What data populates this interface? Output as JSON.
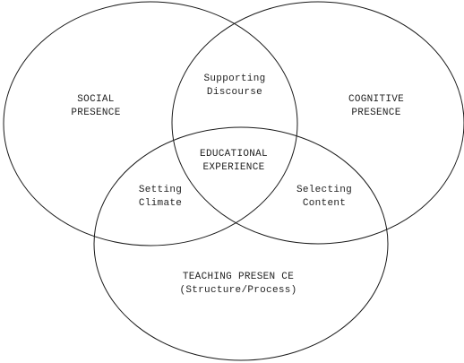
{
  "diagram": {
    "social": [
      "SOCIAL",
      "PRESENCE"
    ],
    "cognitive": [
      "COGNITIVE",
      "PRESENCE"
    ],
    "teaching": [
      "TEACHING PRESEN CE",
      "(Structure/Process)"
    ],
    "supporting": [
      "Supporting",
      "Discourse"
    ],
    "setting": [
      "Setting",
      "Climate"
    ],
    "selecting": [
      "Selecting",
      "Content"
    ],
    "center": [
      "EDUCATIONAL",
      "EXPERIENCE"
    ],
    "stroke_color": "#1a1a1a"
  }
}
